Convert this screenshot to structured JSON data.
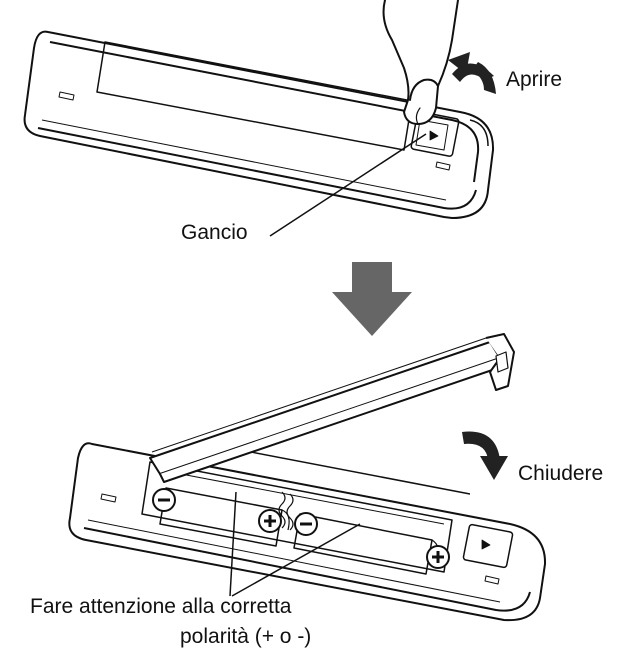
{
  "labels": {
    "open": "Aprire",
    "hook": "Gancio",
    "close": "Chiudere",
    "polarity_line1": "Fare attenzione alla corretta",
    "polarity_line2": "polarità (+ o -)"
  },
  "battery_marks": {
    "plus": "+",
    "minus": "−"
  },
  "colors": {
    "line": "#111111",
    "flow_arrow": "#666666",
    "curved_arrow": "#222222",
    "background": "#ffffff"
  },
  "icons": [
    "hand-icon",
    "curved-arrow-open-icon",
    "down-arrow-icon",
    "curved-arrow-close-icon",
    "plus-icon",
    "minus-icon"
  ]
}
